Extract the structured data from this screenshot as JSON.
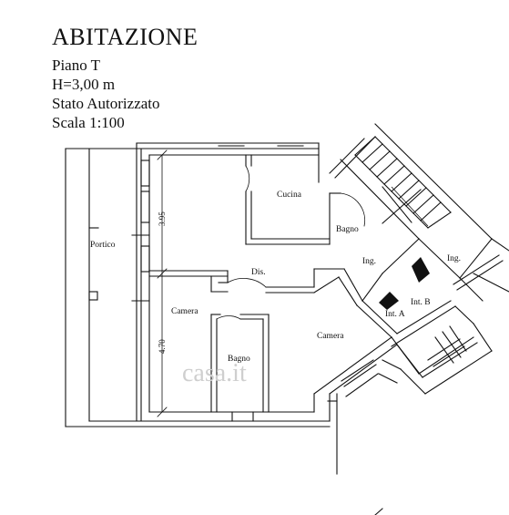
{
  "header": {
    "title": "ABITAZIONE",
    "floor": "Piano T",
    "height": "H=3,00 m",
    "status": "Stato Autorizzato",
    "scale": "Scala 1:100"
  },
  "plan": {
    "rooms": {
      "portico": "Portico",
      "cucina": "Cucina",
      "bagno_small": "Bagno",
      "ing_inner": "Ing.",
      "ing_outer": "Ing.",
      "dis": "Dis.",
      "camera_left": "Camera",
      "camera_right": "Camera",
      "bagno_main": "Bagno",
      "int_a": "Int. A",
      "int_b": "Int. B"
    },
    "dimensions": {
      "upper": "3.95",
      "lower": "4.70"
    },
    "watermark": "casa.it"
  }
}
